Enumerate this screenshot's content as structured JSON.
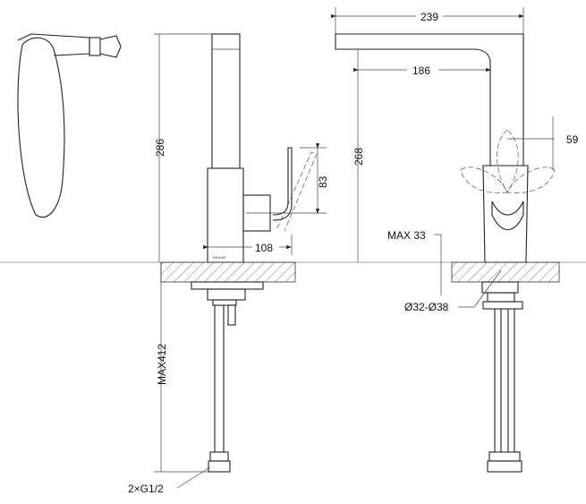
{
  "title": "Kitchen faucet dimension drawing",
  "dimensions": {
    "left_height": "286",
    "handle_height": "83",
    "handle_depth": "108",
    "hose_length": "MAX412",
    "hose_connection": "2×G1/2",
    "total_width": "239",
    "spout_reach": "186",
    "spout_height": "268",
    "handle_offset": "59",
    "counter_thickness": "MAX 33",
    "hole_diameter": "Ø32-Ø38"
  },
  "logo_text": "BRAVAT"
}
